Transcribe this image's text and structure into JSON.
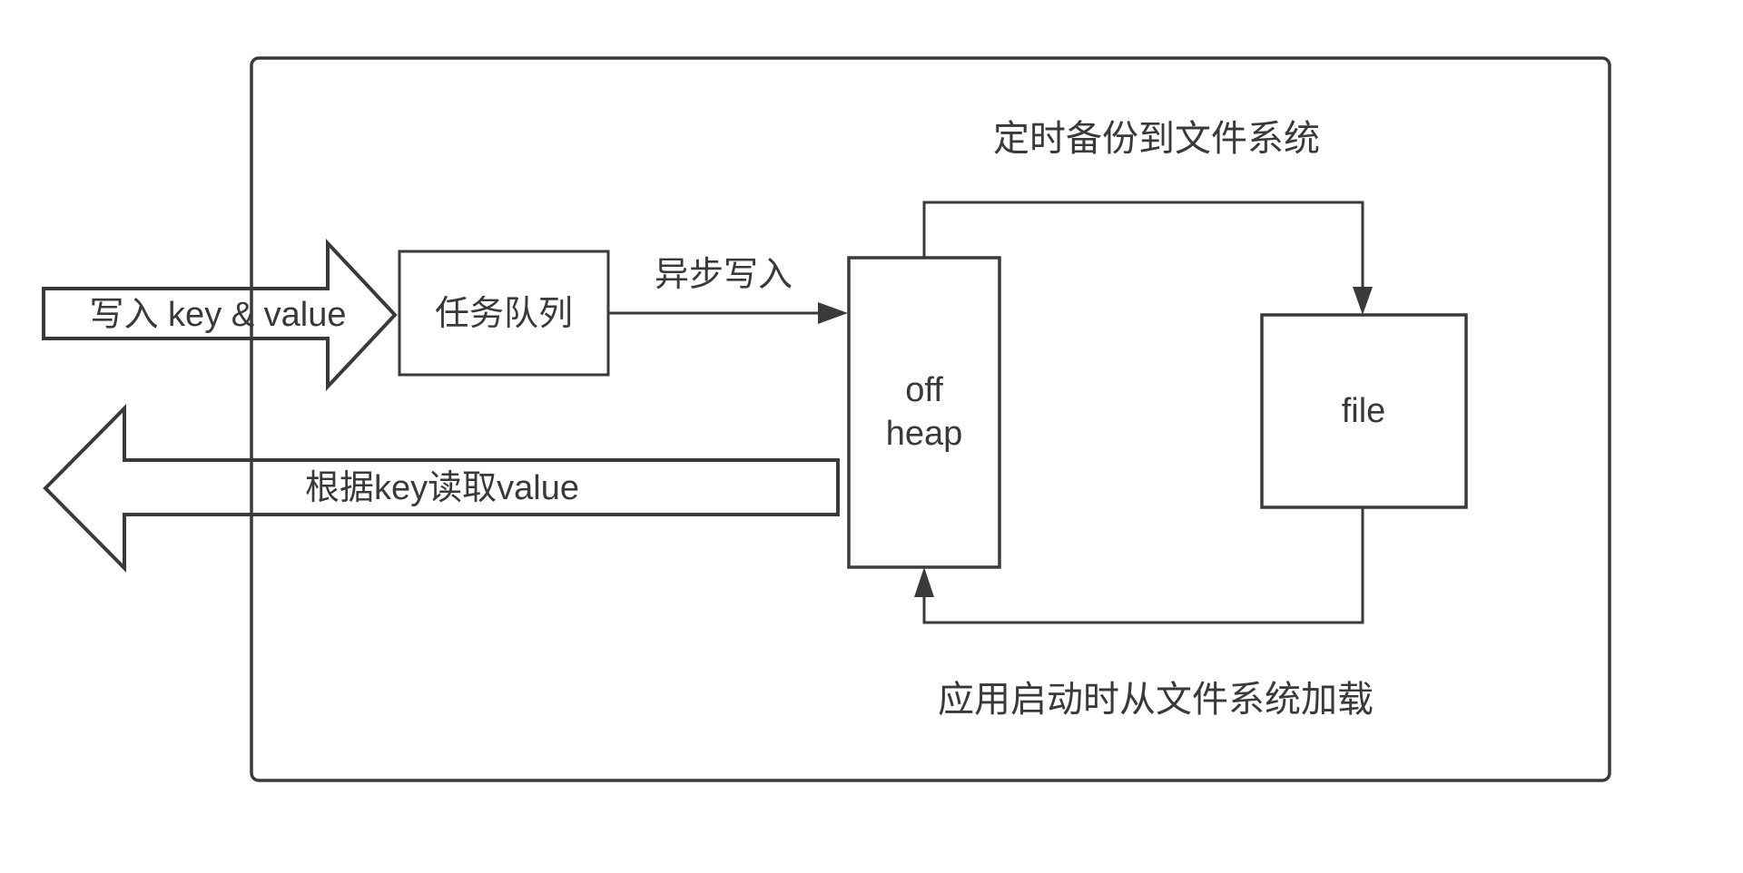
{
  "page": {
    "background": "#ffffff"
  },
  "diagram": {
    "colors": {
      "stroke": "#3a3a3c",
      "text": "#39393b",
      "background": "#ffffff"
    },
    "boxes": {
      "task_queue": {
        "label": "任务队列"
      },
      "off_heap": {
        "label_line1": "off",
        "label_line2": "heap"
      },
      "file": {
        "label": "file"
      }
    },
    "flows": {
      "write_in": {
        "label": "写入 key & value"
      },
      "read_out": {
        "label": "根据key读取value"
      },
      "async_write": {
        "label": "异步写入"
      },
      "backup": {
        "label": "定时备份到文件系统"
      },
      "load": {
        "label": "应用启动时从文件系统加载"
      }
    }
  }
}
